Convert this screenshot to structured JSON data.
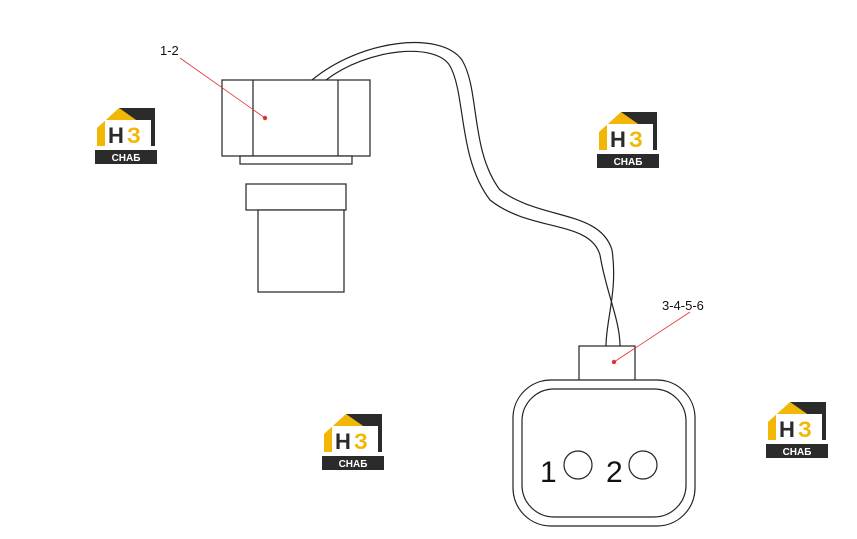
{
  "callouts": [
    {
      "id": "sensor",
      "text": "1-2"
    },
    {
      "id": "connector",
      "text": "3-4-5-6"
    }
  ],
  "pins": [
    {
      "id": "pin1",
      "text": "1"
    },
    {
      "id": "pin2",
      "text": "2"
    }
  ],
  "watermark": {
    "letters": "НЗ",
    "word": "СНАБ",
    "accent": "#f2b705",
    "dark": "#2b2b2b"
  },
  "colors": {
    "line": "#222222",
    "leader": "#e03030"
  }
}
